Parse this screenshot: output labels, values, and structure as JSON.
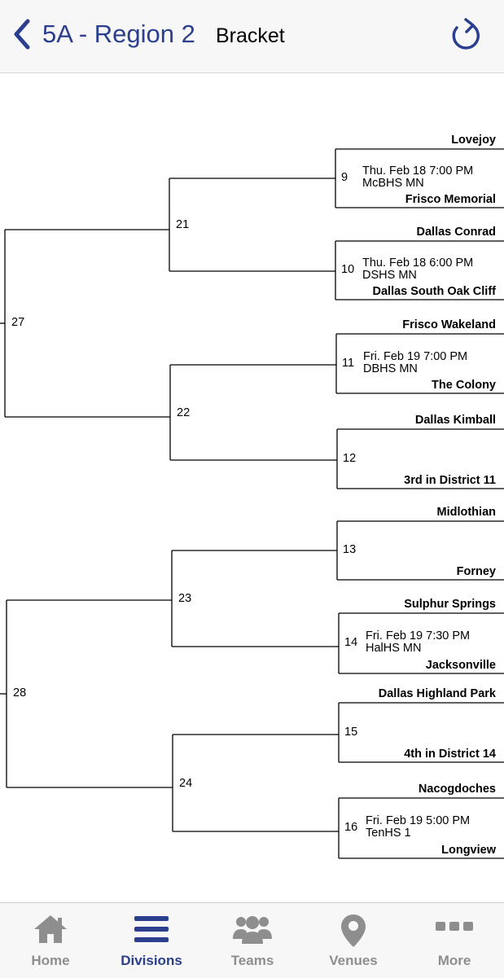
{
  "header": {
    "title": "5A - Region 2",
    "subtitle": "Bracket",
    "back_icon": "chevron-left-icon",
    "refresh_icon": "refresh-icon",
    "accent_color": "#2b3f8e"
  },
  "bracket": {
    "first_round": [
      {
        "game": "9",
        "top_team": "Lovejoy",
        "bottom_team": "Frisco Memorial",
        "datetime": "Thu. Feb 18 7:00 PM",
        "venue": "McBHS MN"
      },
      {
        "game": "10",
        "top_team": "Dallas Conrad",
        "bottom_team": "Dallas South Oak Cliff",
        "datetime": "Thu. Feb 18 6:00 PM",
        "venue": "DSHS MN"
      },
      {
        "game": "11",
        "top_team": "Frisco Wakeland",
        "bottom_team": "The Colony",
        "datetime": "Fri. Feb 19 7:00 PM",
        "venue": "DBHS MN"
      },
      {
        "game": "12",
        "top_team": "Dallas Kimball",
        "bottom_team": "3rd in District 11",
        "datetime": "",
        "venue": ""
      },
      {
        "game": "13",
        "top_team": "Midlothian",
        "bottom_team": "Forney",
        "datetime": "",
        "venue": ""
      },
      {
        "game": "14",
        "top_team": "Sulphur Springs",
        "bottom_team": "Jacksonville",
        "datetime": "Fri. Feb 19 7:30 PM",
        "venue": "HalHS MN"
      },
      {
        "game": "15",
        "top_team": "Dallas Highland Park",
        "bottom_team": "4th in District 14",
        "datetime": "",
        "venue": ""
      },
      {
        "game": "16",
        "top_team": "Nacogdoches",
        "bottom_team": "Longview",
        "datetime": "Fri. Feb 19 5:00 PM",
        "venue": "TenHS 1"
      }
    ],
    "second_round": [
      "21",
      "22",
      "23",
      "24"
    ],
    "third_round": [
      "27",
      "28"
    ]
  },
  "tabbar": {
    "items": [
      {
        "label": "Home",
        "icon": "home-icon",
        "active": false
      },
      {
        "label": "Divisions",
        "icon": "divisions-icon",
        "active": true
      },
      {
        "label": "Teams",
        "icon": "teams-icon",
        "active": false
      },
      {
        "label": "Venues",
        "icon": "venue-pin-icon",
        "active": false
      },
      {
        "label": "More",
        "icon": "more-icon",
        "active": false
      }
    ],
    "active_color": "#2b3f8e",
    "inactive_color": "#8e8e8e"
  }
}
